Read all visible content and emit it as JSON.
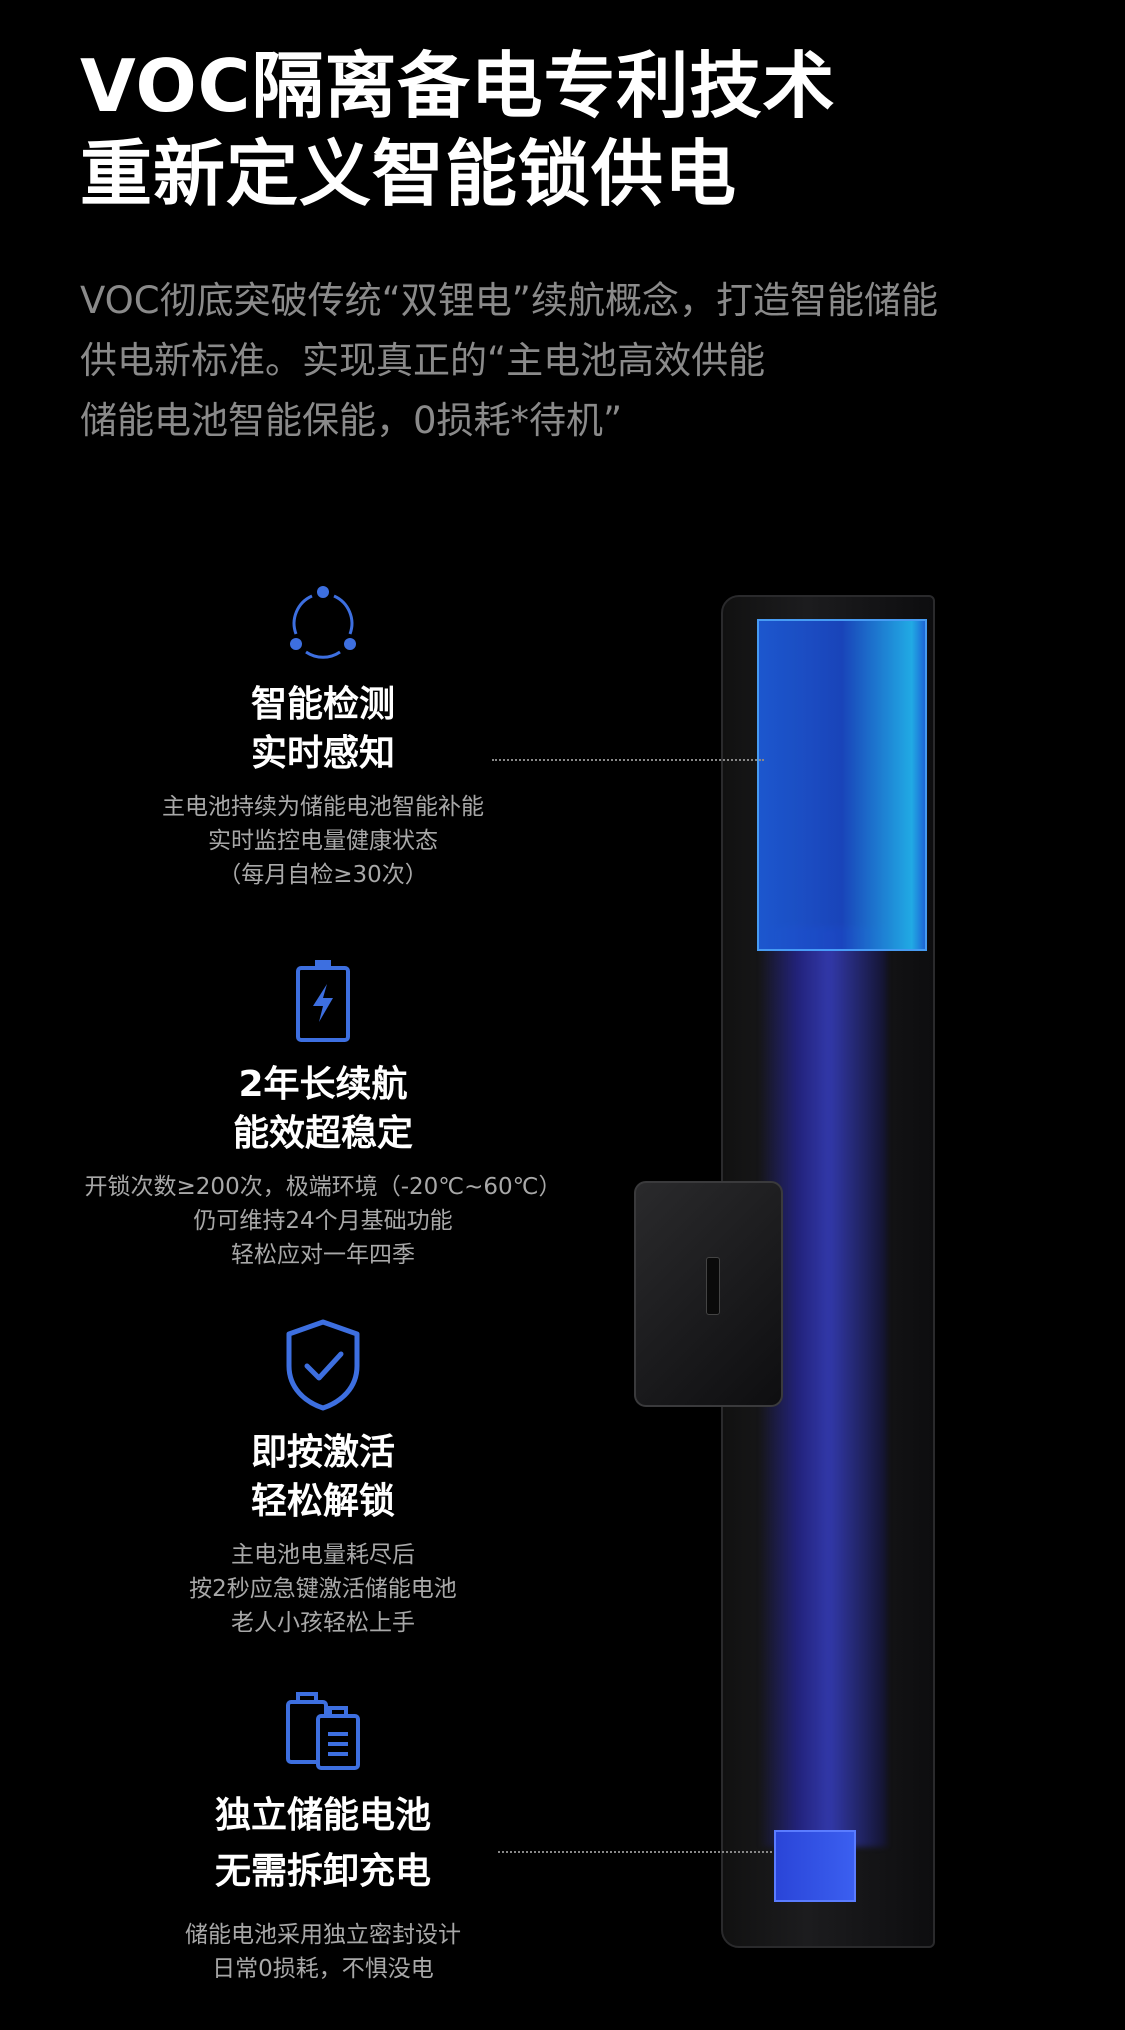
{
  "headline": [
    "VOC隔离备电专利技术",
    "重新定义智能锁供电"
  ],
  "intro": [
    "VOC彻底突破传统“双锂电”续航概念，打造智能储能",
    "供电新标准。实现真正的“主电池高效供能",
    "储能电池智能保能，0损耗*待机”"
  ],
  "features": [
    {
      "icon": "cycle-dots-icon",
      "title": [
        "智能检测",
        "实时感知"
      ],
      "desc": [
        "主电池持续为储能电池智能补能",
        "实时监控电量健康状态",
        "（每月自检≥30次）"
      ]
    },
    {
      "icon": "battery-bolt-icon",
      "title": [
        "2年长续航",
        "能效超稳定"
      ],
      "desc": [
        "开锁次数≥200次，极端环境（-20℃~60℃）",
        "仍可维持24个月基础功能",
        "轻松应对一年四季"
      ]
    },
    {
      "icon": "shield-check-icon",
      "title": [
        "即按激活",
        "轻松解锁"
      ],
      "desc": [
        "主电池电量耗尽后",
        "按2秒应急键激活储能电池",
        "老人小孩轻松上手"
      ]
    },
    {
      "icon": "dual-battery-icon",
      "title": [
        "独立储能电池",
        "无需拆卸充电"
      ],
      "desc": [
        "储能电池采用独立密封设计",
        "日常0损耗，不惧没电"
      ]
    }
  ],
  "colors": {
    "accent": "#3d6fe0",
    "text_muted": "#8a8a8a"
  }
}
